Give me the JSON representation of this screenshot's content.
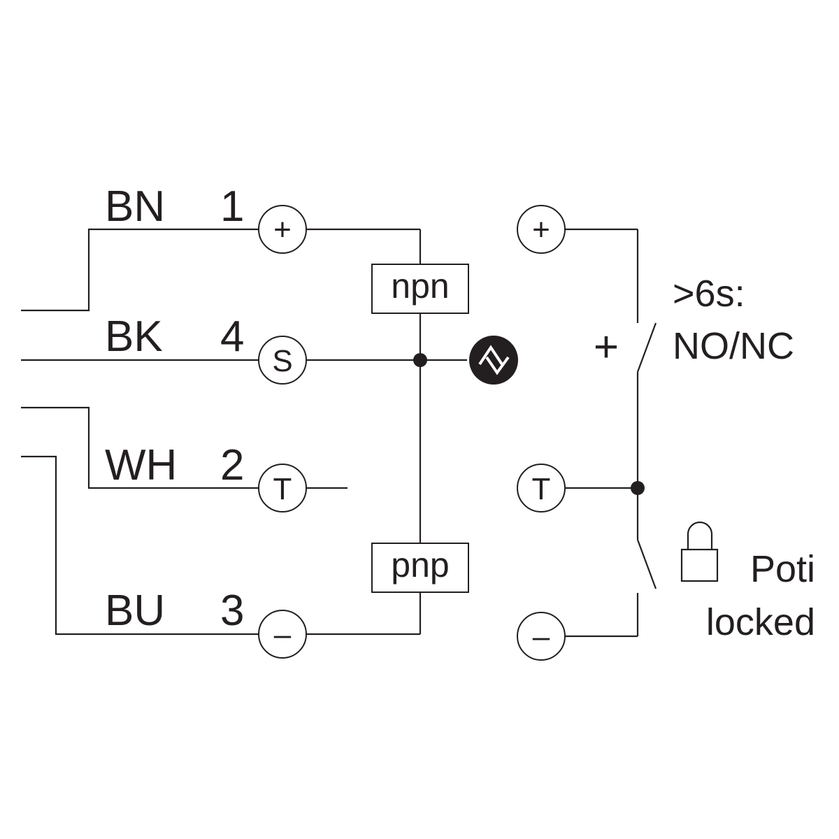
{
  "colors": {
    "ink": "#231f20",
    "background": "#ffffff"
  },
  "wires": [
    {
      "color": "BN",
      "pin": "1",
      "terminal": "+"
    },
    {
      "color": "BK",
      "pin": "4",
      "terminal": "S"
    },
    {
      "color": "WH",
      "pin": "2",
      "terminal": "T"
    },
    {
      "color": "BU",
      "pin": "3",
      "terminal": "–"
    }
  ],
  "output_boxes": {
    "npn": "npn",
    "pnp": "pnp"
  },
  "switch_panel": {
    "terminals": {
      "plus": "+",
      "teach": "T",
      "minus": "–"
    },
    "switch_plus": "+",
    "hold_note_line1": ">6s:",
    "hold_note_line2": "NO/NC",
    "lock_note_line1": "Poti",
    "lock_note_line2": "locked"
  },
  "icons": {
    "output_symbol": "switching-output-icon",
    "lock": "padlock-icon"
  }
}
